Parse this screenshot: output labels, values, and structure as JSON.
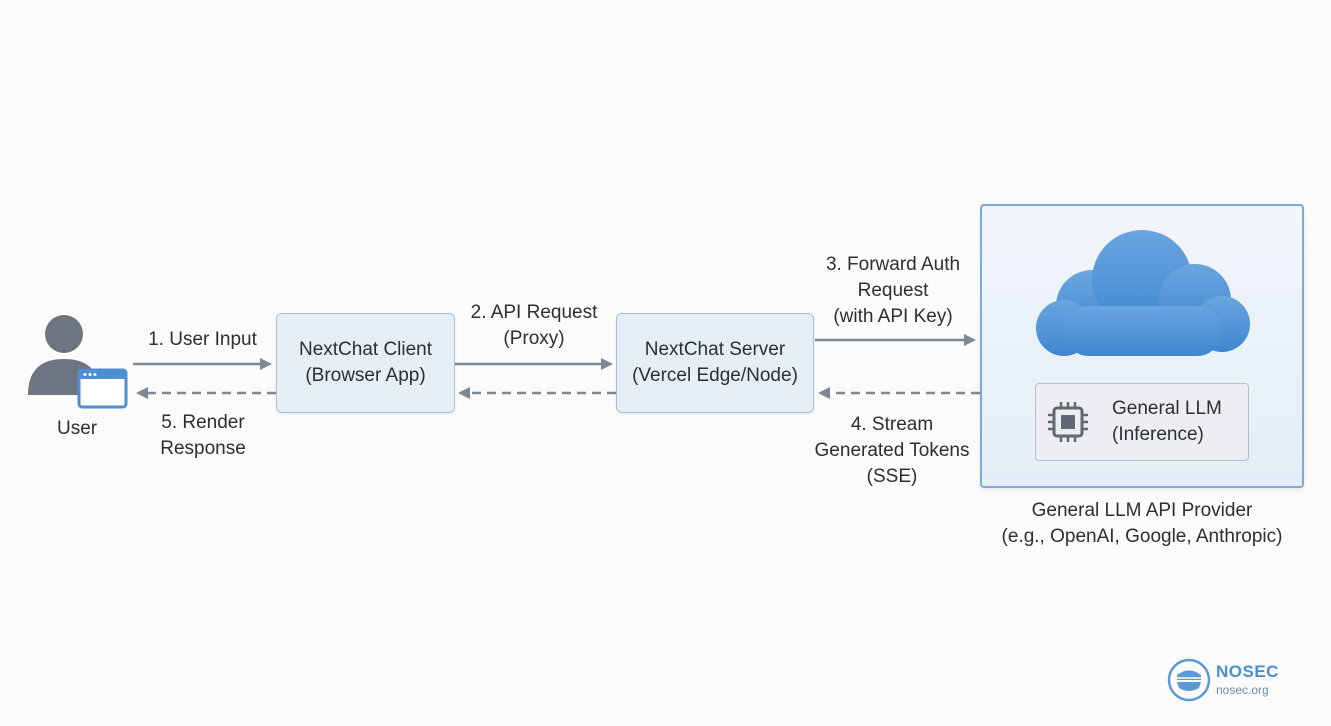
{
  "nodes": {
    "user": {
      "label": "User"
    },
    "client": {
      "line1": "NextChat Client",
      "line2": "(Browser App)"
    },
    "server": {
      "line1": "NextChat Server",
      "line2": "(Vercel Edge/Node)"
    },
    "llm": {
      "line1": "General LLM",
      "line2": "(Inference)"
    },
    "provider": {
      "line1": "General LLM API Provider",
      "line2": "(e.g., OpenAI, Google, Anthropic)"
    }
  },
  "edges": {
    "user_input": "1. User Input",
    "api_request": {
      "line1": "2. API Request",
      "line2": "(Proxy)"
    },
    "forward_auth": {
      "line1": "3. Forward Auth",
      "line2": "Request",
      "line3": "(with API Key)"
    },
    "stream": {
      "line1": "4. Stream",
      "line2": "Generated Tokens",
      "line3": "(SSE)"
    },
    "render": {
      "line1": "5. Render",
      "line2": "Response"
    }
  },
  "brand": {
    "name": "NOSEC",
    "url": "nosec.org"
  },
  "colors": {
    "background": "#fbfbf9",
    "node_fill": "#e6eef6",
    "node_border": "#a9bfd4",
    "arrow": "#7d8894",
    "cloud": "#4f93d6",
    "user_icon": "#6d7580",
    "brand": "#4a8fd1"
  }
}
